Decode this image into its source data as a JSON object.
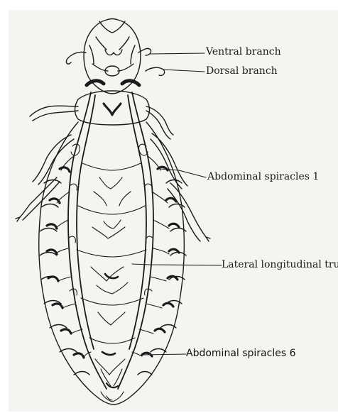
{
  "diagram": {
    "labels": {
      "ventral_branch": "Ventral branch",
      "dorsal_branch": "Dorsal branch",
      "abdominal_spiracles_1": "Abdominal spiracles 1",
      "lateral_longitudinal_trunk": "Lateral  longitudinal trunk",
      "abdominal_spiracles_6": "Abdominal spiracles 6"
    },
    "colors": {
      "ink": "#1a1a1a",
      "paper": "#f4f4f1"
    }
  }
}
